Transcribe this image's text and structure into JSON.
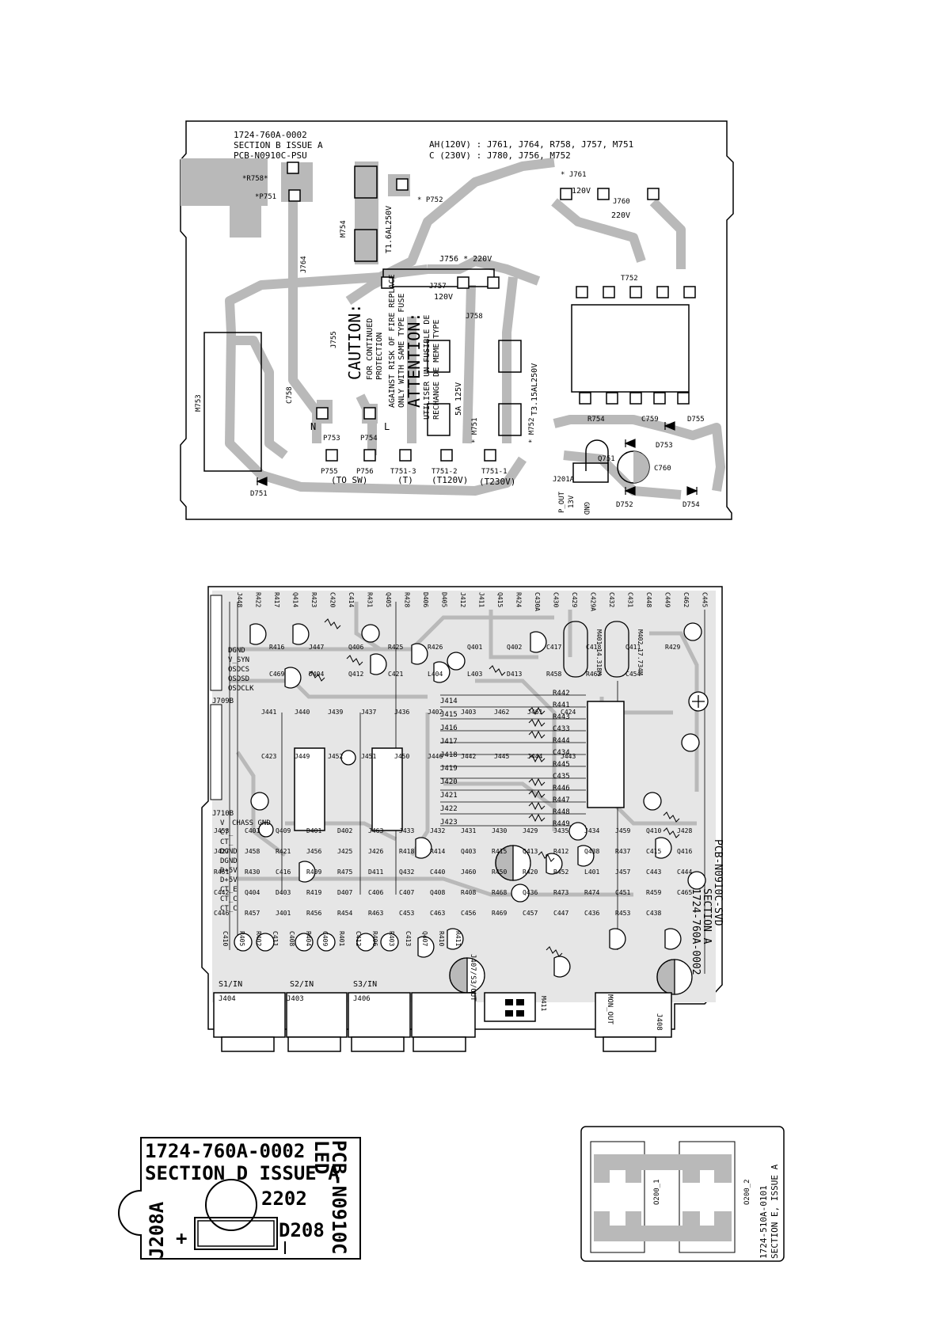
{
  "colors": {
    "copper": "#b9b9b9",
    "ink": "#000000",
    "board": "#ffffff"
  },
  "psu": {
    "header": [
      "1724-760A-0002",
      "SECTION B  ISSUE A",
      "PCB-N0910C-PSU"
    ],
    "variants": [
      "AH(120V) : J761, J764, R758, J757, M751",
      "C (230V) : J780, J756, M752"
    ],
    "labels": {
      "r758": "*R758*",
      "p751": "*P751",
      "p752": "* P752",
      "m754": "M754",
      "fuse1": "T1.6AL250V",
      "j764": "J764",
      "j755": "J755",
      "j756": "J756 * 220V",
      "j757": "J757",
      "v120a": "120V",
      "j758": "J758",
      "j761": "* J761",
      "v120b": "120V",
      "j760": "J760",
      "v220": "220V",
      "t752": "T752",
      "m753": "M753",
      "c758": "C758",
      "n": "N",
      "l": "L",
      "p753": "P753",
      "p754": "P754",
      "p755": "P755",
      "p756": "P756",
      "tosw": "(TO SW)",
      "t7513": "T751-3",
      "t": "(T)",
      "t7512": "T751-2",
      "t120v": "(T120V)",
      "t7511": "T751-1",
      "t230v": "(T230V)",
      "m751": "* M751",
      "fuse2": "5A 125V",
      "m752": "* M752",
      "fuse3": "T3.15AL250V",
      "r754": "R754",
      "c759": "C759",
      "d755": "D755",
      "d753": "D753",
      "q751": "Q751",
      "c760": "C760",
      "j201a": "J201A",
      "d751": "D751",
      "d752": "D752",
      "d754": "D754",
      "pout": "P_OUT",
      "v13": "13V",
      "gnd": "GND"
    },
    "caution": [
      "CAUTION:",
      "FOR CONTINUED",
      "PROTECTION"
    ],
    "caution2": [
      "AGAINST RISK OF FIRE REPLACE",
      "ONLY WITH SAME TYPE FUSE"
    ],
    "attention": [
      "ATTENTION:",
      "UTILISER UN FUSIBLE DE",
      "RECHANGE DE MEME TYPE"
    ]
  },
  "svd": {
    "title": [
      "PCB-N0910C-SVD",
      "SECTION A",
      "1724-760A-0002"
    ],
    "signals_left": [
      "DGND",
      "V_SYN",
      "OSDCS",
      "OSDSD",
      "OSDCLK"
    ],
    "signals_left2": [
      "V",
      "CT_",
      "CT_",
      "DGND",
      "DGND",
      "D+5V",
      "D+5V",
      "CT_E",
      "CT_C",
      "CT_C"
    ],
    "j709b": "J709B",
    "j710b": "J710B",
    "chass": "CHASS GND",
    "connectors": [
      "S1/IN",
      "S2/IN",
      "S3/IN",
      "MON_OUT"
    ],
    "jacks": [
      "J404",
      "J403",
      "J406",
      "J407/S3/OUT",
      "J408"
    ],
    "m411": "M411",
    "crystal1": "M401 14.318M",
    "crystal2": "M402 17.734M",
    "top_refs": [
      "J448",
      "R422",
      "R417",
      "Q414",
      "R423",
      "C420",
      "C414",
      "R431",
      "Q405",
      "R428",
      "D406",
      "D405",
      "J412",
      "J411",
      "Q415",
      "R424",
      "C430A",
      "C430",
      "C429",
      "C429A",
      "C432",
      "C431",
      "C448",
      "C449",
      "C462",
      "C445"
    ],
    "mid_refs": [
      "R416",
      "J447",
      "Q406",
      "R425",
      "R426",
      "Q401",
      "Q402",
      "C417",
      "C418",
      "Q411",
      "R429",
      "C469",
      "D404",
      "Q412",
      "C421",
      "L404",
      "L403",
      "D413",
      "R458",
      "R462",
      "C454"
    ],
    "right_rows": [
      "R442",
      "R441",
      "R443",
      "C433",
      "R444",
      "C434",
      "R445",
      "C435",
      "R446",
      "R447",
      "R448",
      "R449"
    ],
    "j_rows": [
      "J414",
      "J415",
      "J416",
      "J417",
      "J418",
      "J419",
      "J420",
      "J421",
      "J422",
      "J423"
    ],
    "ic_refs": [
      "J441",
      "J440",
      "J439",
      "J437",
      "J436",
      "J402",
      "J403",
      "J462",
      "J461",
      "C424",
      "C423",
      "J449",
      "J452",
      "J451",
      "J450",
      "J446",
      "J442",
      "J445",
      "J444",
      "J443"
    ],
    "lower_refs": [
      "J453",
      "C401",
      "Q409",
      "D401",
      "D402",
      "J463",
      "J433",
      "J432",
      "J431",
      "J430",
      "J429",
      "J435",
      "J434",
      "J459",
      "Q410",
      "J428",
      "J427",
      "J458",
      "R421",
      "J456",
      "J425",
      "J426",
      "R418",
      "R414",
      "Q403",
      "R415",
      "Q413",
      "R412",
      "Q438",
      "R437",
      "C415",
      "Q416",
      "R451",
      "R430",
      "C416",
      "R409",
      "R475",
      "D411",
      "Q432",
      "C440",
      "J460",
      "R450",
      "R420",
      "R452",
      "L401",
      "J457",
      "C443",
      "C444",
      "C442",
      "Q404",
      "D403",
      "R419",
      "D407",
      "C406",
      "C407",
      "Q408",
      "R408",
      "R468",
      "Q436",
      "R473",
      "R474",
      "C451",
      "R459",
      "C465",
      "C446",
      "R457",
      "J401",
      "R456",
      "R454",
      "R463",
      "C453",
      "C463",
      "C456",
      "R469",
      "C457",
      "C447",
      "C436",
      "R453",
      "C438"
    ],
    "bottom_refs": [
      "C410",
      "R405",
      "R402",
      "C411",
      "C408",
      "R404",
      "C409",
      "R401",
      "C412",
      "R406",
      "R403",
      "C413",
      "Q407",
      "R410",
      "R411"
    ]
  },
  "led": {
    "lines": [
      "1724-760A-0002",
      "SECTION D  ISSUE A"
    ],
    "side": [
      "PCB-N0910C",
      "LED"
    ],
    "j208a": "J208A",
    "n2202": "2202",
    "d208": "D208",
    "plus": "+"
  },
  "sece": {
    "side": [
      "1724-510A-0101",
      "SECTION E, ISSUE A"
    ],
    "o1": "O200_1",
    "o2": "O200_2"
  }
}
